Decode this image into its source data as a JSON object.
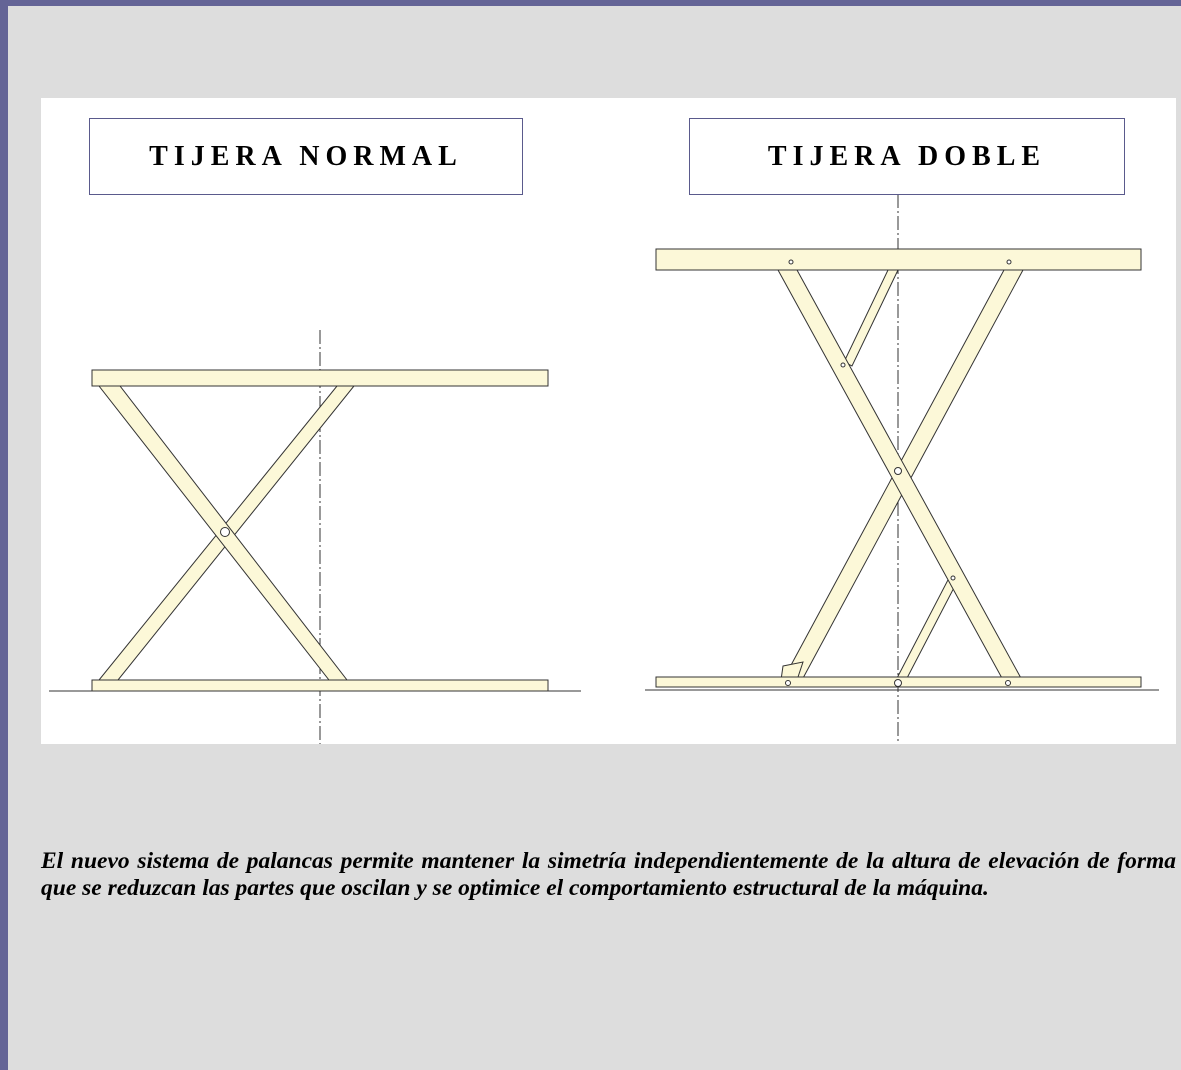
{
  "slide": {
    "colors": {
      "background": "#dddddd",
      "frame": "#646496",
      "panel": "#ffffff",
      "part_fill": "#fcf8d8",
      "line": "#333333"
    }
  },
  "diagrams": {
    "normal": {
      "title": "TIJERA NORMAL"
    },
    "double": {
      "title": "TIJERA DOBLE"
    }
  },
  "caption": {
    "text": "El nuevo sistema de palancas permite mantener la simetría independientemente de la altura de elevación de forma que se reduzcan las partes que oscilan y se optimice el comportamiento estructural de la máquina."
  }
}
